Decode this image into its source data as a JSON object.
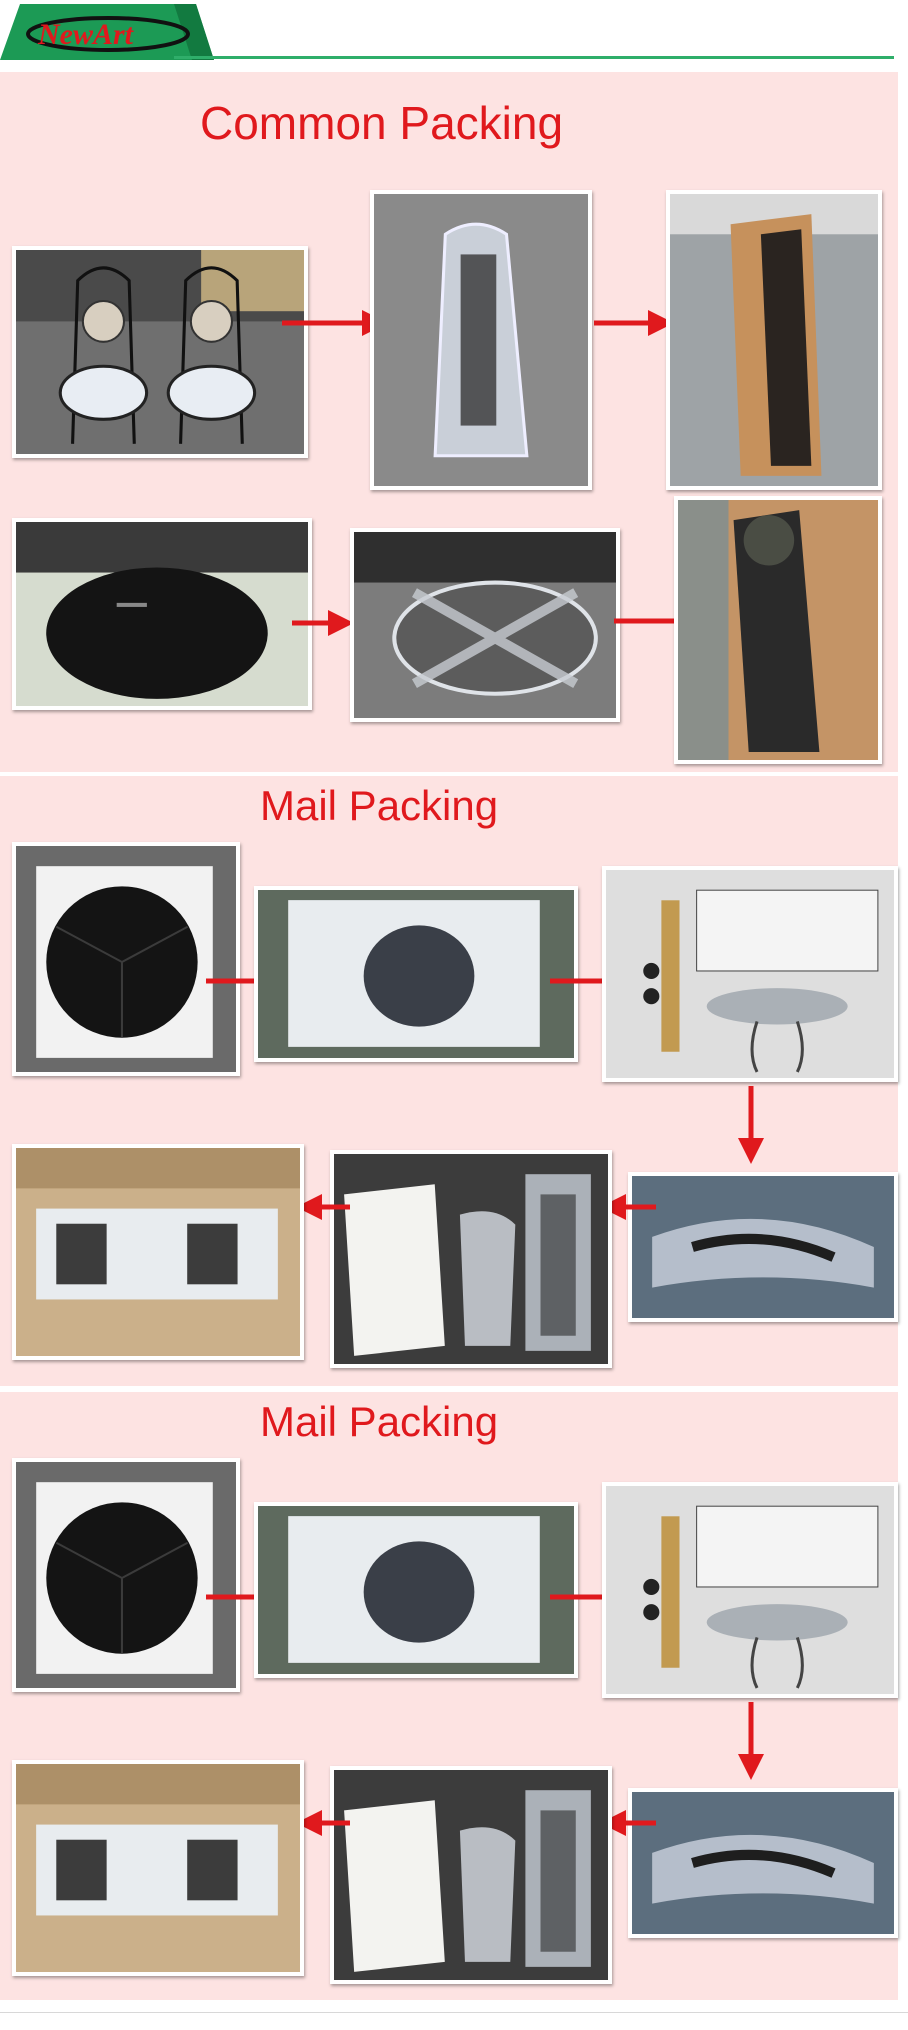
{
  "brand": {
    "logo_text": "NewArt"
  },
  "sections": [
    {
      "heading": "Common Packing"
    },
    {
      "heading": "Mail Packing"
    },
    {
      "heading": "Mail Packing"
    }
  ],
  "colors": {
    "accent_red": "#e0191d",
    "brand_green": "#2fae6a",
    "section_bg": "#fde3e2"
  }
}
